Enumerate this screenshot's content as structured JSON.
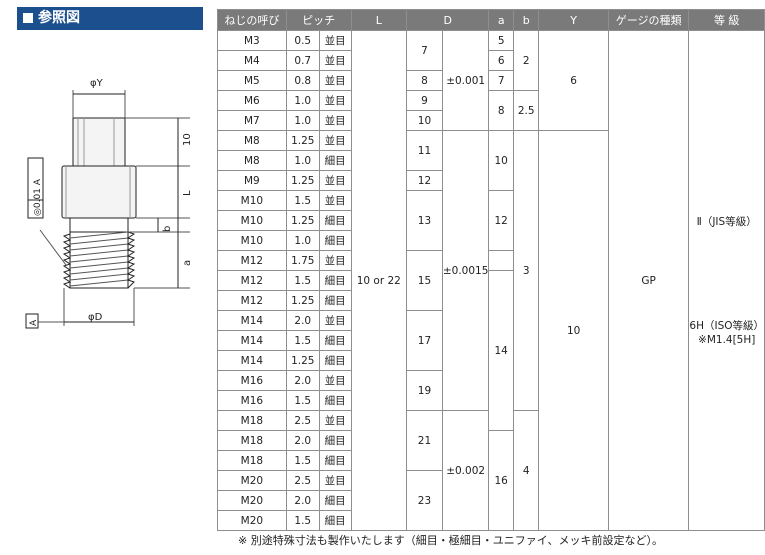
{
  "section_title": "参照図",
  "drawing": {
    "label_phiY": "φY",
    "label_10": "10",
    "label_L": "L",
    "label_b": "b",
    "label_a": "a",
    "label_phiD": "φD",
    "label_tolerance": "◎0.01 A",
    "label_datum": "A"
  },
  "table": {
    "headers": [
      "ねじの呼び",
      "ピッチ",
      "L",
      "D",
      "a",
      "b",
      "Y",
      "ゲージの種類",
      "等 級"
    ],
    "rows": [
      [
        "M3",
        "0.5",
        "並目"
      ],
      [
        "M4",
        "0.7",
        "並目"
      ],
      [
        "M5",
        "0.8",
        "並目"
      ],
      [
        "M6",
        "1.0",
        "並目"
      ],
      [
        "M7",
        "1.0",
        "並目"
      ],
      [
        "M8",
        "1.25",
        "並目"
      ],
      [
        "M8",
        "1.0",
        "細目"
      ],
      [
        "M9",
        "1.25",
        "並目"
      ],
      [
        "M10",
        "1.5",
        "並目"
      ],
      [
        "M10",
        "1.25",
        "細目"
      ],
      [
        "M10",
        "1.0",
        "細目"
      ],
      [
        "M12",
        "1.75",
        "並目"
      ],
      [
        "M12",
        "1.5",
        "細目"
      ],
      [
        "M12",
        "1.25",
        "細目"
      ],
      [
        "M14",
        "2.0",
        "並目"
      ],
      [
        "M14",
        "1.5",
        "細目"
      ],
      [
        "M14",
        "1.25",
        "細目"
      ],
      [
        "M16",
        "2.0",
        "並目"
      ],
      [
        "M16",
        "1.5",
        "細目"
      ],
      [
        "M18",
        "2.5",
        "並目"
      ],
      [
        "M18",
        "2.0",
        "細目"
      ],
      [
        "M18",
        "1.5",
        "細目"
      ],
      [
        "M20",
        "2.5",
        "並目"
      ],
      [
        "M20",
        "2.0",
        "細目"
      ],
      [
        "M20",
        "1.5",
        "細目"
      ]
    ],
    "L": "10 or 22",
    "l_groups": [
      {
        "value": "7",
        "span": 2
      },
      {
        "value": "8",
        "span": 1
      },
      {
        "value": "9",
        "span": 1
      },
      {
        "value": "10",
        "span": 1
      },
      {
        "value": "11",
        "span": 2
      },
      {
        "value": "12",
        "span": 1
      },
      {
        "value": "13",
        "span": 3
      },
      {
        "value": "15",
        "span": 3
      },
      {
        "value": "17",
        "span": 3
      },
      {
        "value": "19",
        "span": 2
      },
      {
        "value": "21",
        "span": 3
      },
      {
        "value": "23",
        "span": 3
      }
    ],
    "d_groups": [
      {
        "value": "±0.001",
        "span": 5
      },
      {
        "value": "±0.0015",
        "span": 14
      },
      {
        "value": "±0.002",
        "span": 6
      }
    ],
    "a_groups": [
      {
        "value": "5",
        "span": 1
      },
      {
        "value": "6",
        "span": 1
      },
      {
        "value": "7",
        "span": 1
      },
      {
        "value": "8",
        "span": 2
      },
      {
        "value": "10",
        "span": 3
      },
      {
        "value": "12",
        "span": 3
      },
      {
        "value": "",
        "span": 1
      },
      {
        "value": "14",
        "span": 8
      },
      {
        "value": "16",
        "span": 6
      }
    ],
    "b_groups": [
      {
        "value": "2",
        "span": 3
      },
      {
        "value": "2.5",
        "span": 2
      },
      {
        "value": "3",
        "span": 14
      },
      {
        "value": "4",
        "span": 6
      }
    ],
    "y_groups": [
      {
        "value": "6",
        "span": 5
      },
      {
        "value": "10",
        "span": 20
      }
    ],
    "gauge": "GP",
    "grade_1": "Ⅱ（JIS等級）",
    "grade_2": "6H（ISO等級）",
    "grade_3": "※M1.4[5H]"
  },
  "footnote": "※ 別途特殊寸法も製作いたします（細目・極細目・ユニファイ、メッキ前設定など）。"
}
